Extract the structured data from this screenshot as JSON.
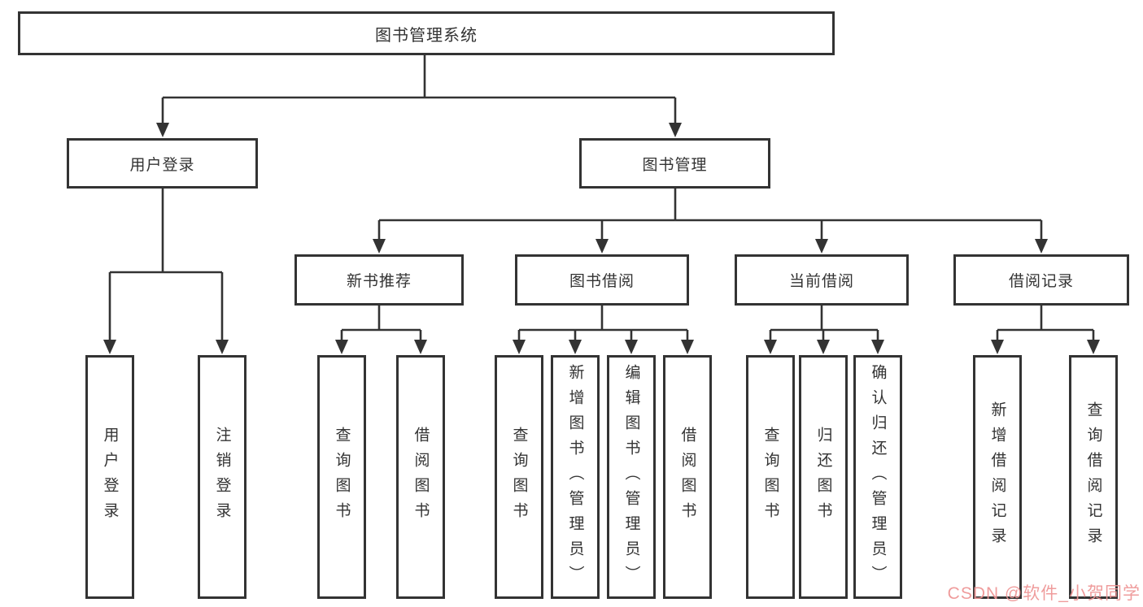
{
  "diagram_title": "图书管理系统",
  "colors": {
    "line": "#333333",
    "text": "#333333",
    "background": "#ffffff",
    "watermark": "#ee9494"
  },
  "watermark": "CSDN @软件_小贺同学",
  "nodes": {
    "root": "图书管理系统",
    "user_login": "用户登录",
    "book_mgmt": "图书管理",
    "new_book_rec": "新书推荐",
    "book_borrow": "图书借阅",
    "current_borrow": "当前借阅",
    "borrow_records": "借阅记录",
    "ul_login": "用户登录",
    "ul_logout": "注销登录",
    "rec_query": "查询图书",
    "rec_borrow": "借阅图书",
    "bb_query": "查询图书",
    "bb_add": "新增图书（管理员）",
    "bb_edit": "编辑图书（管理员）",
    "bb_borrow": "借阅图书",
    "cb_query": "查询图书",
    "cb_return": "归还图书",
    "cb_confirm": "确认归还（管理员）",
    "br_add": "新增借阅记录",
    "br_query": "查询借阅记录"
  },
  "tree": {
    "图书管理系统": {
      "用户登录": [
        "用户登录",
        "注销登录"
      ],
      "图书管理": {
        "新书推荐": [
          "查询图书",
          "借阅图书"
        ],
        "图书借阅": [
          "查询图书",
          "新增图书（管理员）",
          "编辑图书（管理员）",
          "借阅图书"
        ],
        "当前借阅": [
          "查询图书",
          "归还图书",
          "确认归还（管理员）"
        ],
        "借阅记录": [
          "新增借阅记录",
          "查询借阅记录"
        ]
      }
    }
  }
}
